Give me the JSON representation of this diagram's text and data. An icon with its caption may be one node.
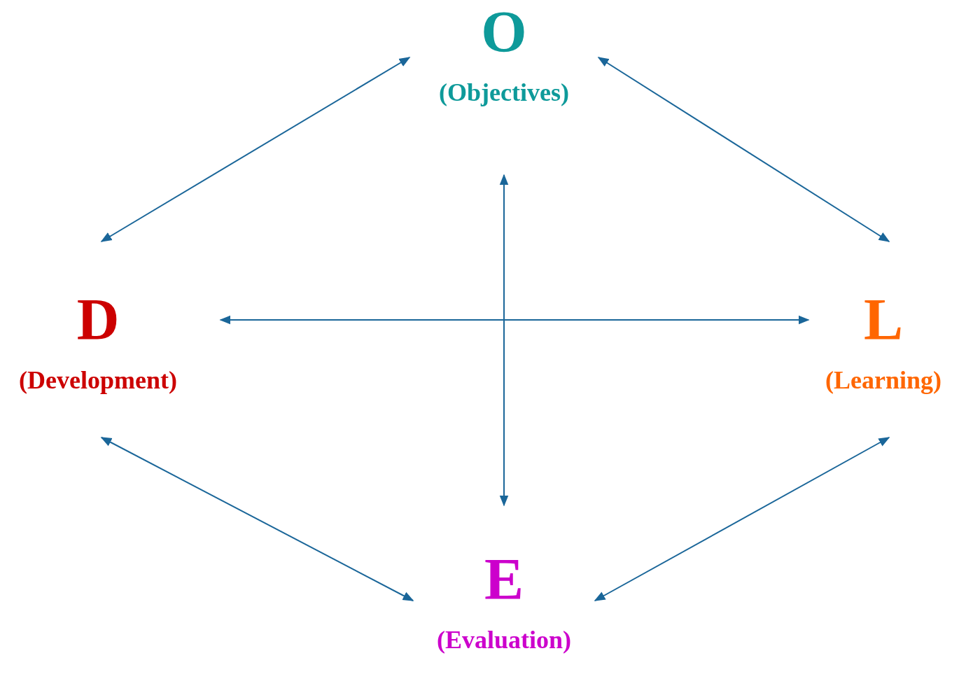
{
  "diagram": {
    "nodes": [
      {
        "text": [
          "O",
          "(Objectives)"
        ]
      },
      {
        "text": [
          "D",
          "(Development)"
        ]
      },
      {
        "text": [
          "L",
          "(Learning)"
        ]
      },
      {
        "text": [
          "E",
          "(Evaluation)"
        ]
      }
    ],
    "edges": [
      {
        "from": 0,
        "to": 1,
        "arrow": "both"
      },
      {
        "from": 0,
        "to": 2,
        "arrow": "both"
      },
      {
        "from": 0,
        "to": 3,
        "arrow": "both"
      },
      {
        "from": 1,
        "to": 2,
        "arrow": "both"
      },
      {
        "from": 1,
        "to": 3,
        "arrow": "both"
      },
      {
        "from": 2,
        "to": 3,
        "arrow": "both"
      }
    ]
  }
}
